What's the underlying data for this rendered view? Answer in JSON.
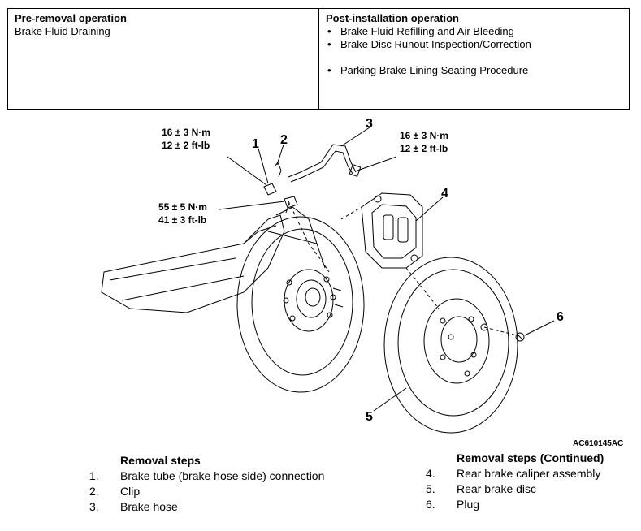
{
  "pre_removal": {
    "title": "Pre-removal operation",
    "items": [
      "Brake Fluid Draining"
    ]
  },
  "post_installation": {
    "title": "Post-installation operation",
    "items": [
      "Brake Fluid Refilling and Air Bleeding",
      "Brake Disc Runout Inspection/Correction",
      "Parking Brake Lining Seating Procedure"
    ]
  },
  "diagram": {
    "torque_tube_nm": "16 ± 3 N·m",
    "torque_tube_ftlb": "12 ± 2 ft-lb",
    "torque_hose_nm": "16 ± 3 N·m",
    "torque_hose_ftlb": "12 ± 2 ft-lb",
    "torque_caliper_nm": "55 ± 5 N·m",
    "torque_caliper_ftlb": "41 ± 3 ft-lb",
    "callouts": [
      "1",
      "2",
      "3",
      "4",
      "5",
      "6"
    ],
    "figure_code": "AC610145AC"
  },
  "removal_steps": {
    "title": "Removal steps",
    "steps": [
      {
        "num": "1.",
        "text": "Brake tube (brake hose side) connection"
      },
      {
        "num": "2.",
        "text": "Clip"
      },
      {
        "num": "3.",
        "text": "Brake hose"
      }
    ]
  },
  "removal_steps_continued": {
    "title": "Removal steps (Continued)",
    "steps": [
      {
        "num": "4.",
        "text": "Rear brake caliper assembly"
      },
      {
        "num": "5.",
        "text": "Rear brake disc"
      },
      {
        "num": "6.",
        "text": "Plug"
      }
    ]
  }
}
